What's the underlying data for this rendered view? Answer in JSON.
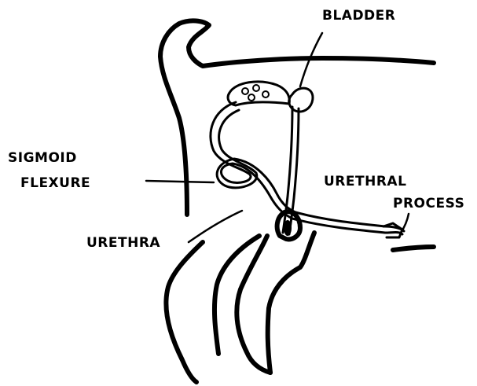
{
  "labels": {
    "bladder": "BLADDER",
    "sigmoid": "SIGMOID",
    "flexure": "FLEXURE",
    "urethral": "URETHRAL",
    "process": "PROCESS",
    "urethra": "URETHRA"
  }
}
